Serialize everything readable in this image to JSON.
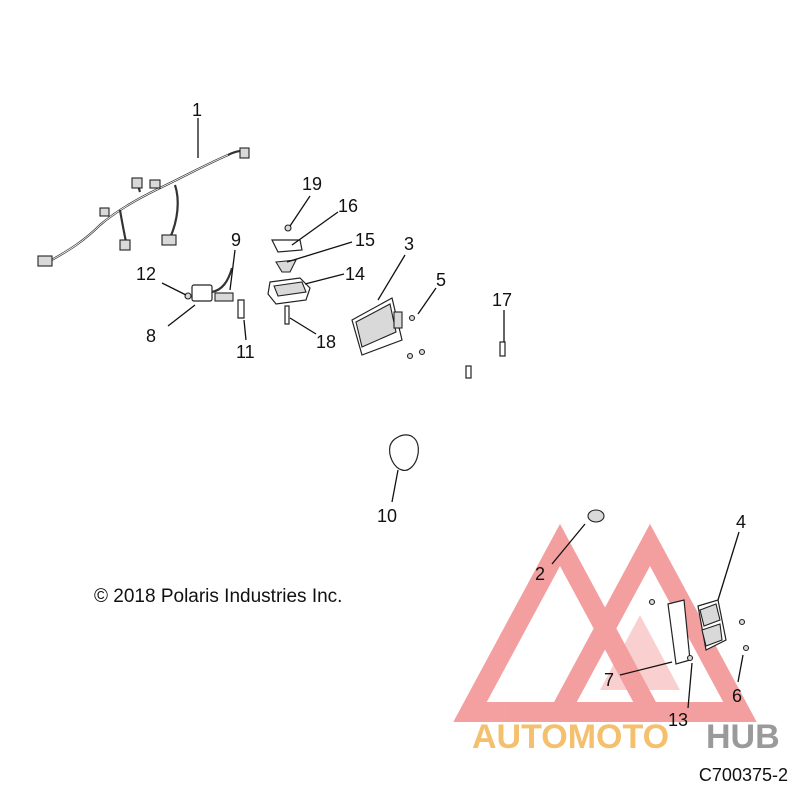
{
  "copyright": "© 2018 Polaris Industries Inc.",
  "diagram_code": "C700375-2",
  "watermark": {
    "brand_text_a": "AUTOMOTO",
    "brand_text_b": "HUB",
    "triangle_color": "#f08080",
    "text_color_a": "#f5c06e",
    "text_color_b": "#9a9a9a"
  },
  "callouts": [
    "1",
    "2",
    "3",
    "4",
    "5",
    "6",
    "7",
    "8",
    "9",
    "10",
    "11",
    "12",
    "13",
    "14",
    "15",
    "16",
    "17",
    "18",
    "19"
  ]
}
